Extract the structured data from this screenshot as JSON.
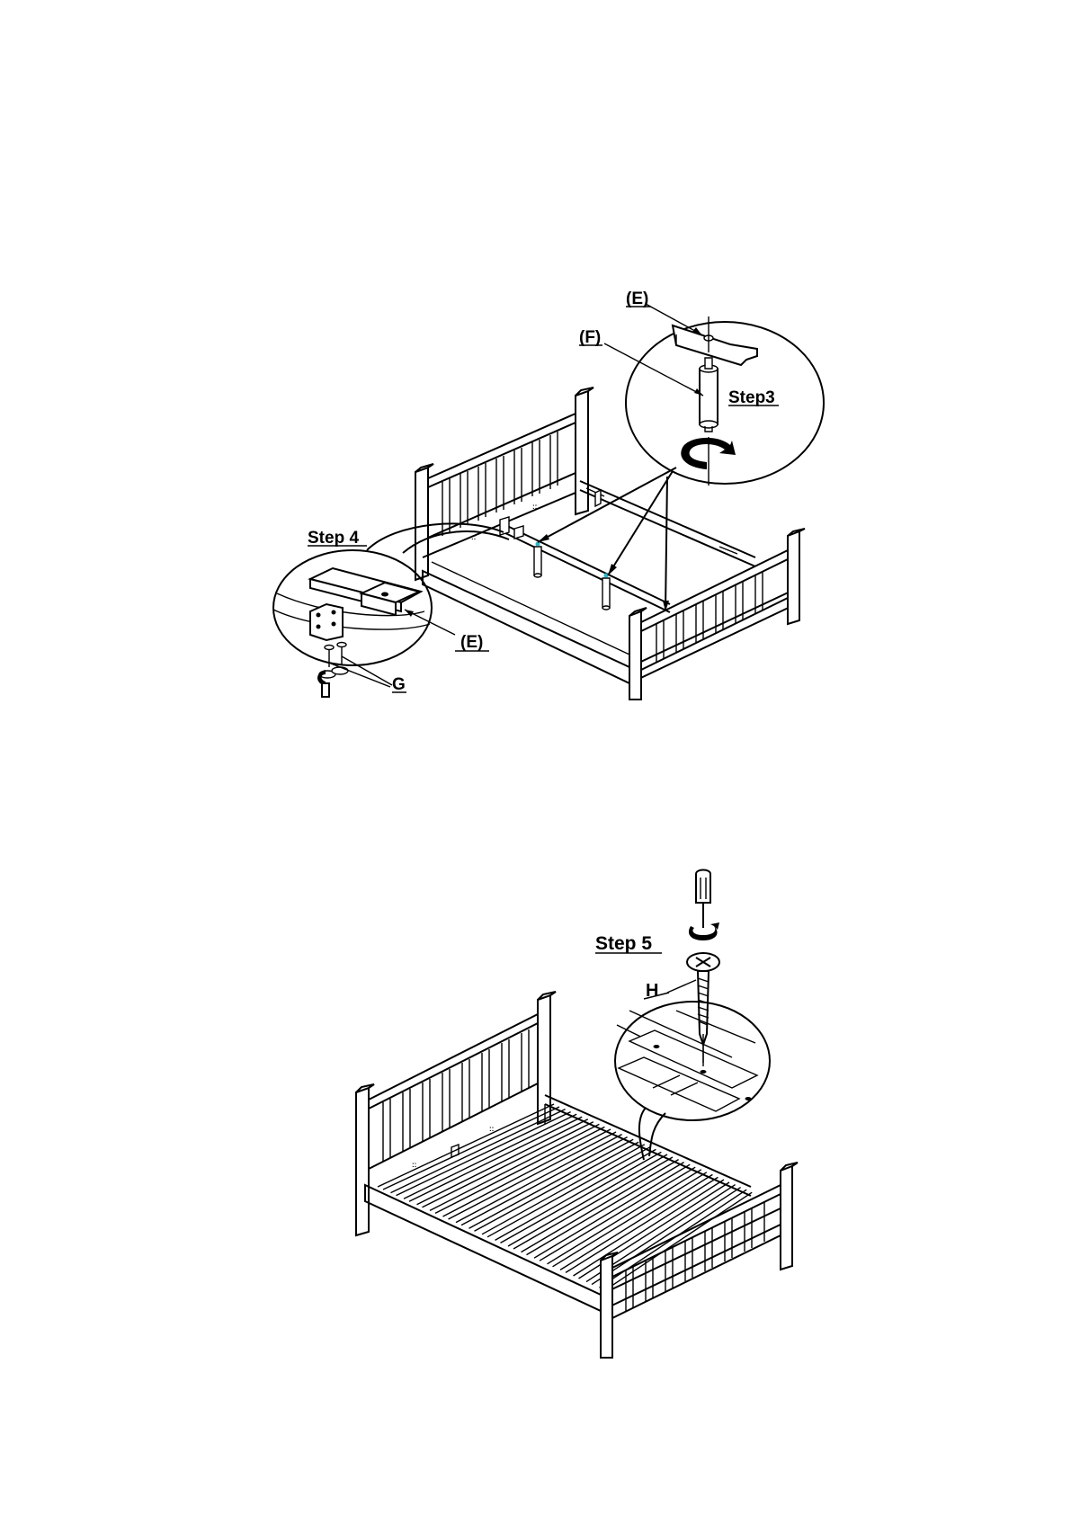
{
  "diagram1": {
    "step3_label": "Step3",
    "step4_label": "Step 4",
    "part_e_label_top": "(E)",
    "part_f_label": "(F)",
    "part_e_label_bottom": "(E)",
    "part_g_label": "G"
  },
  "diagram2": {
    "step5_label": "Step 5",
    "part_h_label": "H"
  },
  "colors": {
    "ink": "#000000",
    "paper": "#ffffff",
    "marker": "#2bb5c8"
  }
}
